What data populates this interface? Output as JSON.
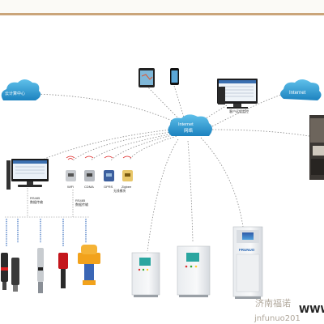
{
  "clouds": {
    "cloud_center": "云计算中心",
    "internet_label": "Internet",
    "internet_sublabel": "网络",
    "right_internet": "Internet"
  },
  "devices": {
    "pc_caption": "客户远程监控",
    "comms": [
      "WiFi",
      "CDMA",
      "GPRS",
      "Zigbee"
    ]
  },
  "links": {
    "rs485_left_a": "RS485",
    "rs485_left_b": "数据传输",
    "rs485_mid_a": "RS485",
    "rs485_mid_b": "数据传输",
    "wireless_a": "无线模块"
  },
  "cabinet": {
    "brand": "FRUNUO"
  },
  "watermark": {
    "cn": "济南福诺",
    "www": "WWW.",
    "url": "jnfunuo201"
  },
  "colors": {
    "accent": "#caa57a",
    "cloud": "#2d9bd2",
    "cabinet_screen": "#2aa6a0"
  }
}
